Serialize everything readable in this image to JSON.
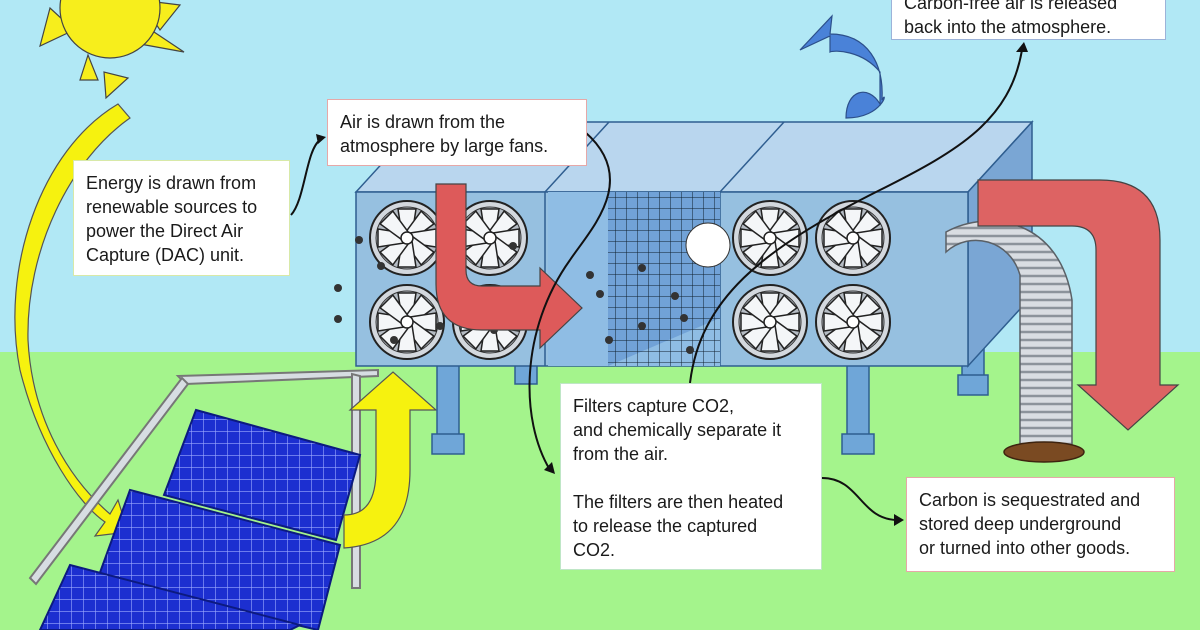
{
  "colors": {
    "sky": "#b1e8f5",
    "ground": "#a4f48c",
    "sun": "#f7ee1c",
    "sunlight_arrow": "#f6f20f",
    "intake_arrow": "#dd5a5a",
    "carbon_arrow": "#dd6363",
    "exhaust_arrow": "#4a82d8",
    "unit_body": "#96c0e0",
    "solar_cell": "#1c2fd0"
  },
  "callouts": {
    "energy": "Energy is drawn from\nrenewable sources to\npower the Direct Air\nCapture (DAC) unit.",
    "air_intake": "Air is drawn from the\natmosphere by large fans.",
    "released": "Carbon-free air is released\nback into the atmosphere.",
    "filters_capture": "Filters capture CO2,\nand chemically separate it\nfrom the air.",
    "filters_heat": "The filters are then heated\nto release the captured\nCO2.",
    "carbon_stored": "Carbon is sequestrated and\nstored deep underground\nor turned into other goods."
  }
}
